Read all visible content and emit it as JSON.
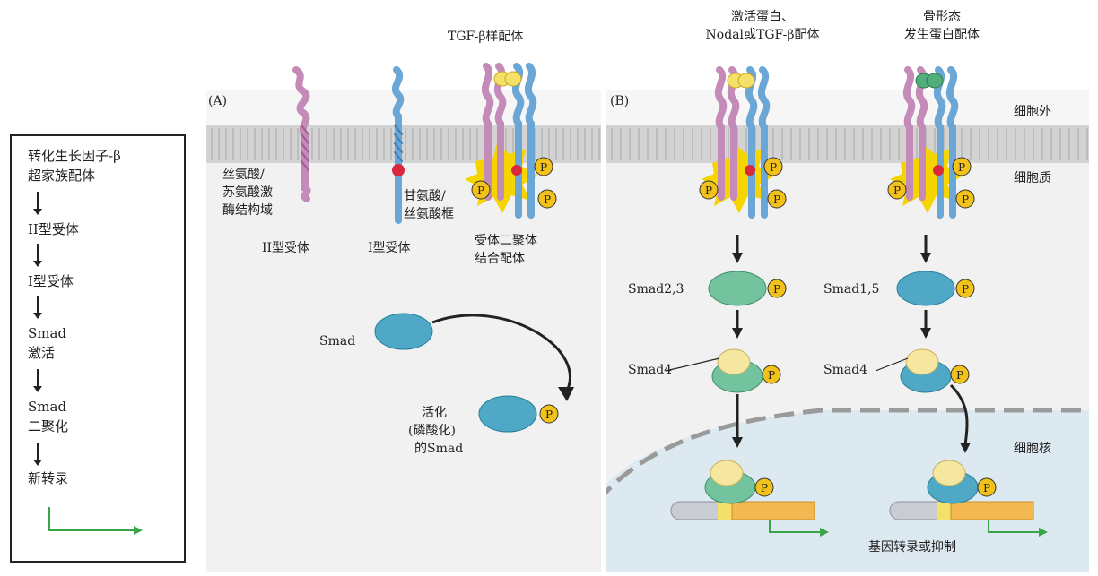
{
  "flowchart": {
    "steps": [
      "转化生长因子-β",
      "超家族配体",
      "II型受体",
      "I型受体",
      "Smad",
      "激活",
      "Smad",
      "二聚化",
      "新转录"
    ]
  },
  "panel_a": {
    "label": "(A)",
    "ligand_label": "TGF-β样配体",
    "kinase_label_1": "丝氨酸/",
    "kinase_label_2": "苏氨酸激",
    "kinase_label_3": "酶结构域",
    "gs_label_1": "甘氨酸/",
    "gs_label_2": "丝氨酸框",
    "type2_label": "II型受体",
    "type1_label": "I型受体",
    "dimer_label_1": "受体二聚体",
    "dimer_label_2": "结合配体",
    "smad_label": "Smad",
    "active_label_1": "活化",
    "active_label_2": "(磷酸化)",
    "active_label_3": "的Smad"
  },
  "panel_b": {
    "label": "(B)",
    "ligand1_line1": "激活蛋白、",
    "ligand1_line2": "Nodal或TGF-β配体",
    "ligand2_line1": "骨形态",
    "ligand2_line2": "发生蛋白配体",
    "smad23": "Smad2,3",
    "smad15": "Smad1,5",
    "smad4_left": "Smad4",
    "smad4_right": "Smad4",
    "gene_label": "基因转录或抑制",
    "extracellular": "细胞外",
    "cytoplasm": "细胞质",
    "nucleus": "细胞核"
  },
  "phospho": "P",
  "colors": {
    "membrane": "#d8d8d8",
    "cytoplasm": "#f1f1f1",
    "nucleus": "#dde9f0",
    "type2_receptor": "#c48ab8",
    "type1_receptor": "#6aa6d6",
    "phosphate": "#f2c21a",
    "smad_blue": "#4fa9c6",
    "smad_green": "#73c39e",
    "smad4_yellow": "#f5e6a0",
    "gs_box": "#d8283c",
    "arrow_green": "#3aa547"
  }
}
